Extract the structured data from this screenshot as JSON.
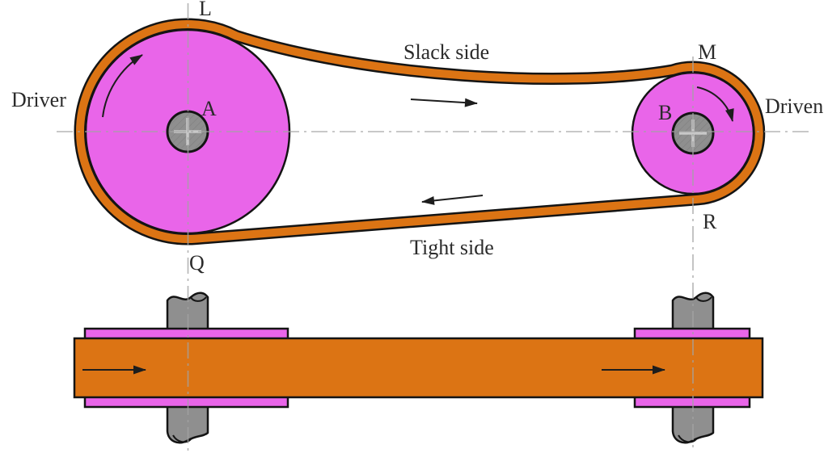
{
  "diagram": {
    "type": "open-belt-drive",
    "labels": {
      "driver": "Driver",
      "driven": "Driven",
      "slack_side": "Slack side",
      "tight_side": "Tight side",
      "point_L": "L",
      "point_M": "M",
      "point_Q": "Q",
      "point_R": "R",
      "pulley_A": "A",
      "pulley_B": "B"
    },
    "colors": {
      "belt": "#DC7414",
      "pulley": "#E965E9",
      "shaft": "#8F8F8F",
      "shaft_hatch": "#6E6E6E",
      "centerline": "#A3A3A3",
      "outline": "#141414",
      "text": "#2B2B2B"
    }
  }
}
